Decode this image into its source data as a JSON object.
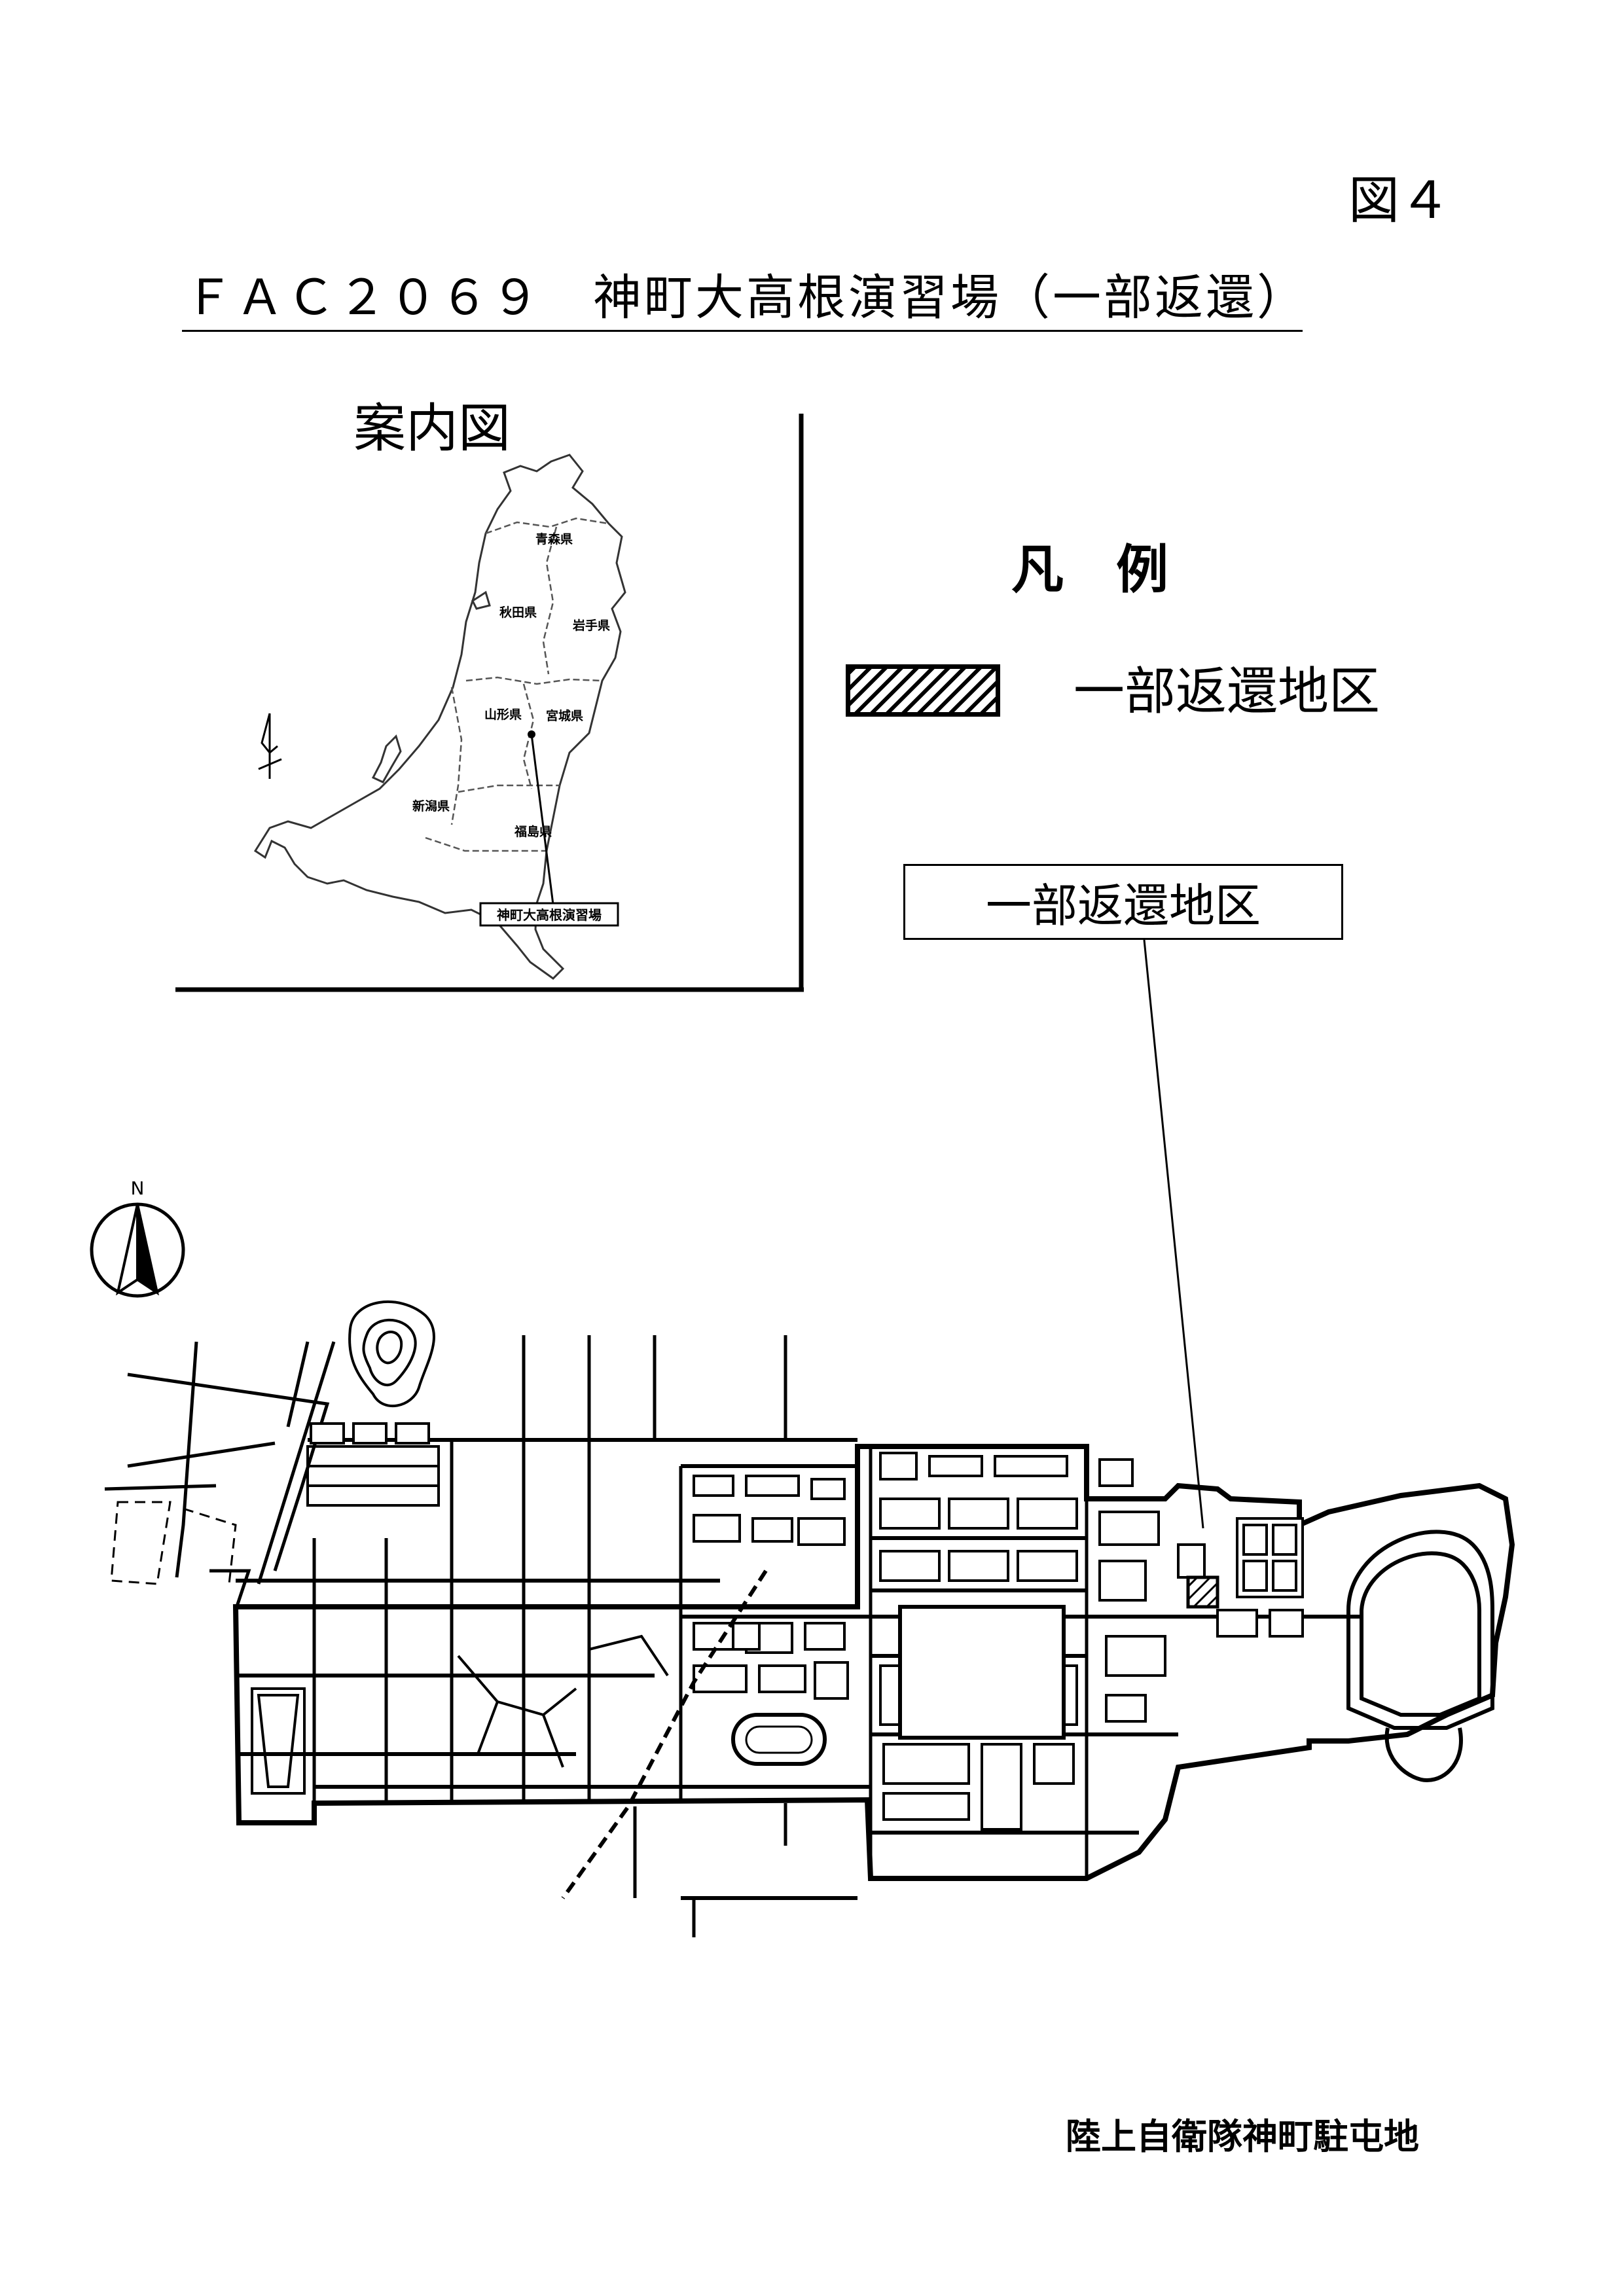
{
  "figure_label": "図４",
  "title": "ＦＡＣ２０６９　神町大高根演習場（一部返還）",
  "inset_map": {
    "title": "案内図",
    "prefectures": [
      {
        "id": "aomori",
        "name": "青森県"
      },
      {
        "id": "akita",
        "name": "秋田県"
      },
      {
        "id": "iwate",
        "name": "岩手県"
      },
      {
        "id": "yamagata",
        "name": "山形県"
      },
      {
        "id": "miyagi",
        "name": "宮城県"
      },
      {
        "id": "niigata",
        "name": "新潟県"
      },
      {
        "id": "fukushima",
        "name": "福島県"
      }
    ],
    "facility_label": "神町大高根演習場"
  },
  "legend": {
    "heading": "凡　例",
    "items": [
      {
        "label": "一部返還地区"
      }
    ]
  },
  "main_map": {
    "north_label": "N",
    "callout_label": "一部返還地区"
  },
  "organization": "陸上自衛隊神町駐屯地"
}
